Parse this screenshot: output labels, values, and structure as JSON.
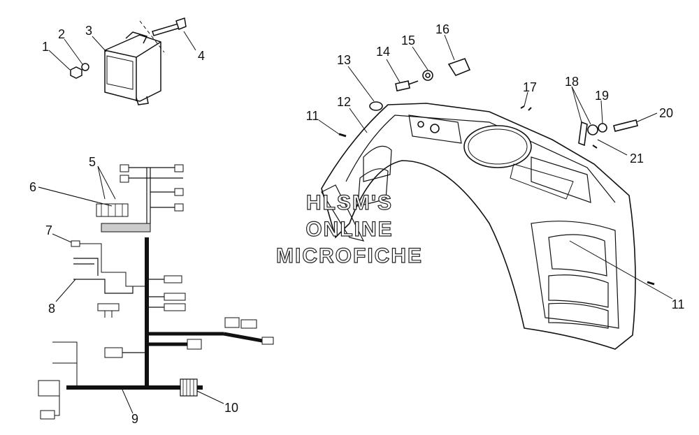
{
  "watermark": {
    "line1": "HLSM'S",
    "line2": "ONLINE",
    "line3": "MICROFICHE"
  },
  "callouts": {
    "c1": "1",
    "c2": "2",
    "c3": "3",
    "c4": "4",
    "c5": "5",
    "c6": "6",
    "c7": "7",
    "c8": "8",
    "c9": "9",
    "c10": "10",
    "c11a": "11",
    "c11b": "11",
    "c12": "12",
    "c13": "13",
    "c14": "14",
    "c15": "15",
    "c16": "16",
    "c17": "17",
    "c18": "18",
    "c19": "19",
    "c20": "20",
    "c21": "21"
  }
}
